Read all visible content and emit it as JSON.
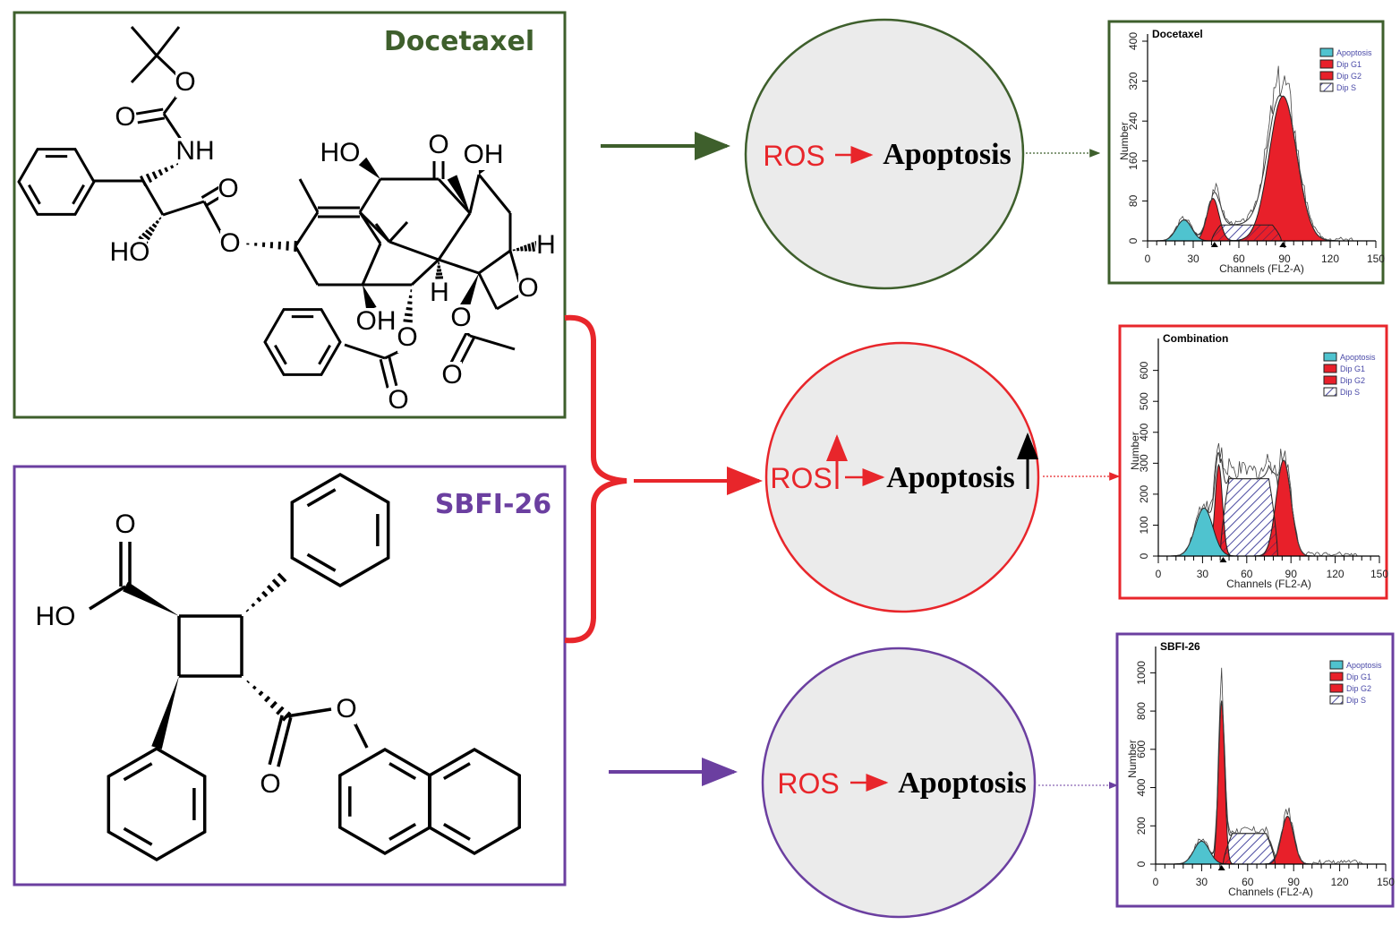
{
  "compounds": {
    "docetaxel": {
      "name": "Docetaxel",
      "color": "#3e5f2c",
      "atoms": [
        "O",
        "O",
        "NH",
        "HO",
        "O",
        "O",
        "HO",
        "O",
        "OH",
        "H",
        "O",
        "H",
        "OH",
        "O",
        "O",
        "O",
        "O"
      ]
    },
    "sbfi26": {
      "name": "SBFI-26",
      "color": "#6b3fa0",
      "atoms": [
        "O",
        "HO",
        "O",
        "O"
      ]
    }
  },
  "combination_color": "#e8262b",
  "circles": [
    {
      "ros": "ROS",
      "apoptosis": "Apoptosis",
      "border": "#3e5f2c",
      "level_arrows": false
    },
    {
      "ros": "ROS",
      "apoptosis": "Apoptosis",
      "border": "#e8262b",
      "level_arrows": true
    },
    {
      "ros": "ROS",
      "apoptosis": "Apoptosis",
      "border": "#6b3fa0",
      "level_arrows": false
    }
  ],
  "chart_data": [
    {
      "type": "area",
      "title": "Docetaxel",
      "xlabel": "Channels (FL2-A)",
      "ylabel": "Number",
      "xlim": [
        0,
        150
      ],
      "xticks": [
        "0",
        "30",
        "60",
        "90",
        "120",
        "150"
      ],
      "ylim": [
        0,
        400
      ],
      "yticks": [
        "0",
        "80",
        "160",
        "240",
        "320",
        "400"
      ],
      "legend": [
        "Apoptosis",
        "Dip G1",
        "Dip G2",
        "Dip S"
      ],
      "legend_position": "top-right",
      "border": "#3e5f2c",
      "components": {
        "apoptosis": {
          "mean": 24,
          "sd": 5,
          "peak": 42
        },
        "g1": {
          "mean": 43,
          "sd": 4,
          "peak": 85
        },
        "g2": {
          "mean": 89,
          "sd": 9,
          "peak": 290
        },
        "s": {
          "from": 45,
          "to": 85,
          "height": 32
        }
      },
      "markers": [
        44,
        89
      ]
    },
    {
      "type": "area",
      "title": "Combination",
      "xlabel": "Channels (FL2-A)",
      "ylabel": "Number",
      "xlim": [
        0,
        150
      ],
      "xticks": [
        "0",
        "30",
        "60",
        "90",
        "120",
        "150"
      ],
      "ylim": [
        0,
        680
      ],
      "yticks": [
        "0",
        "100",
        "200",
        "300",
        "400",
        "500",
        "600"
      ],
      "legend": [
        "Apoptosis",
        "Dip G1",
        "Dip G2",
        "Dip S"
      ],
      "legend_position": "top-right",
      "border": "#e8262b",
      "components": {
        "apoptosis": {
          "mean": 31,
          "sd": 6,
          "peak": 155
        },
        "g1": {
          "mean": 41,
          "sd": 2.5,
          "peak": 295
        },
        "g2": {
          "mean": 85,
          "sd": 5,
          "peak": 310
        },
        "s": {
          "from": 45,
          "to": 78,
          "height": 250
        }
      },
      "markers": [
        44
      ]
    },
    {
      "type": "area",
      "title": "SBFI-26",
      "xlabel": "Channels (FL2-A)",
      "ylabel": "Number",
      "xlim": [
        0,
        150
      ],
      "xticks": [
        "0",
        "30",
        "60",
        "90",
        "120",
        "150"
      ],
      "ylim": [
        0,
        1100
      ],
      "yticks": [
        "0",
        "200",
        "400",
        "600",
        "800",
        "1000"
      ],
      "legend": [
        "Apoptosis",
        "Dip G1",
        "Dip G2",
        "Dip S"
      ],
      "legend_position": "top-right",
      "border": "#6b3fa0",
      "components": {
        "apoptosis": {
          "mean": 30,
          "sd": 5,
          "peak": 120
        },
        "g1": {
          "mean": 43,
          "sd": 2,
          "peak": 850
        },
        "g2": {
          "mean": 86,
          "sd": 4,
          "peak": 250
        },
        "s": {
          "from": 47,
          "to": 75,
          "height": 160
        }
      },
      "markers": [
        43
      ]
    }
  ],
  "legend_colors": {
    "apoptosis": "#4fc3cf",
    "g1": "#e8202a",
    "g2": "#e8202a",
    "s": "#5050a0"
  }
}
